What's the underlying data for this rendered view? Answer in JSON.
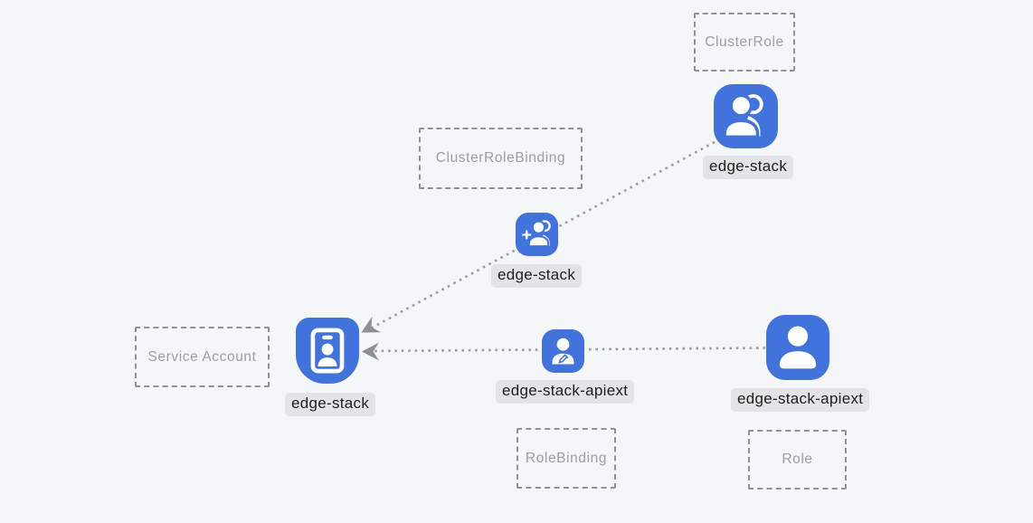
{
  "diagram": {
    "background_color": "#f5f6f7",
    "colors": {
      "node_blue": "#4273db",
      "glyph_white": "#ffffff",
      "edge_dot_gray": "#9d9d9d",
      "arrow_gray": "#8e9194",
      "box_border_gray": "#8f9296",
      "box_text_gray": "#9aa0a5",
      "chip_bg": "#e3e4e6",
      "chip_text": "#1e1e1e"
    },
    "boxes": {
      "cluster_role": "ClusterRole",
      "cluster_role_binding": "ClusterRoleBinding",
      "service_account": "Service Account",
      "role_binding": "RoleBinding",
      "role": "Role"
    },
    "nodes": {
      "cluster_role": {
        "label": "edge-stack",
        "icon": "group-icon"
      },
      "cluster_role_binding": {
        "label": "edge-stack",
        "icon": "person-add-icon"
      },
      "service_account": {
        "label": "edge-stack",
        "icon": "id-badge-icon"
      },
      "role_binding": {
        "label": "edge-stack-apiext",
        "icon": "person-edit-icon"
      },
      "role": {
        "label": "edge-stack-apiext",
        "icon": "person-icon"
      }
    },
    "edges": [
      {
        "from": "cluster_role edge-stack",
        "to": "service_account edge-stack",
        "style": "dotted-arrow"
      },
      {
        "from": "role edge-stack-apiext",
        "to": "service_account edge-stack",
        "style": "dotted-arrow",
        "passes_through": "role_binding edge-stack-apiext"
      }
    ]
  }
}
